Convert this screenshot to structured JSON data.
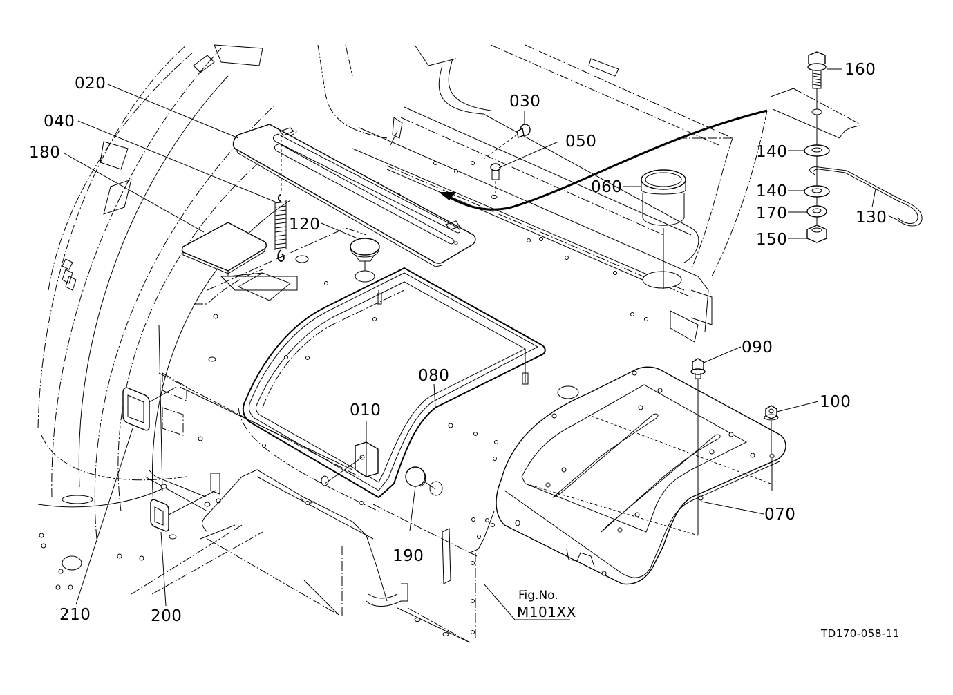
{
  "diagram": {
    "title_block": {
      "figure_label": "Fig.No.",
      "figure_number": "M101XX",
      "drawing_id": "TD170-058-11"
    },
    "callouts": [
      {
        "id": "010",
        "label": "010"
      },
      {
        "id": "020",
        "label": "020"
      },
      {
        "id": "030",
        "label": "030"
      },
      {
        "id": "040",
        "label": "040"
      },
      {
        "id": "050",
        "label": "050"
      },
      {
        "id": "060",
        "label": "060"
      },
      {
        "id": "070",
        "label": "070"
      },
      {
        "id": "080",
        "label": "080"
      },
      {
        "id": "090",
        "label": "090"
      },
      {
        "id": "100",
        "label": "100"
      },
      {
        "id": "120",
        "label": "120"
      },
      {
        "id": "130",
        "label": "130"
      },
      {
        "id": "140a",
        "label": "140"
      },
      {
        "id": "140b",
        "label": "140"
      },
      {
        "id": "150",
        "label": "150"
      },
      {
        "id": "160",
        "label": "160"
      },
      {
        "id": "170",
        "label": "170"
      },
      {
        "id": "180",
        "label": "180"
      },
      {
        "id": "190",
        "label": "190"
      },
      {
        "id": "200",
        "label": "200"
      },
      {
        "id": "210",
        "label": "210"
      }
    ]
  }
}
